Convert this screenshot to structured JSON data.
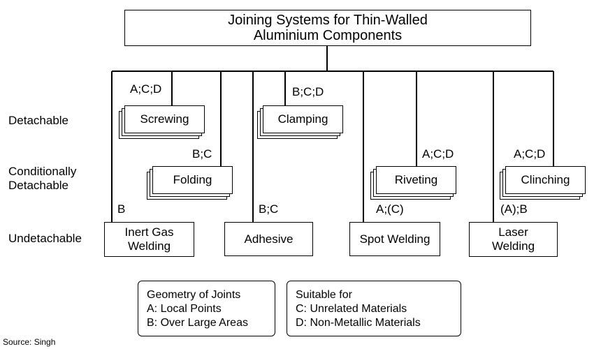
{
  "title": {
    "line1": "Joining Systems for Thin-Walled",
    "line2": "Aluminium Components"
  },
  "categories": {
    "detachable": "Detachable",
    "conditional_line1": "Conditionally",
    "conditional_line2": "Detachable",
    "undetachable": "Undetachable"
  },
  "methods": {
    "screwing": {
      "label": "Screwing",
      "code": "A;C;D"
    },
    "clamping": {
      "label": "Clamping",
      "code": "B;C;D"
    },
    "folding": {
      "label": "Folding",
      "code": "B;C"
    },
    "riveting": {
      "label": "Riveting",
      "code": "A;C;D"
    },
    "clinching": {
      "label": "Clinching",
      "code": "A;C;D"
    },
    "inert_gas_welding": {
      "line1": "Inert Gas",
      "line2": "Welding",
      "code": "B"
    },
    "adhesive": {
      "label": "Adhesive",
      "code": "B;C"
    },
    "spot_welding": {
      "label": "Spot Welding",
      "code": "A;(C)"
    },
    "laser_welding": {
      "line1": "Laser",
      "line2": "Welding",
      "code": "(A);B"
    }
  },
  "legend_geometry": {
    "heading": "Geometry of Joints",
    "a": "A: Local Points",
    "b": "B: Over Large Areas"
  },
  "legend_suitable": {
    "heading": "Suitable for",
    "c": "C: Unrelated Materials",
    "d": "D: Non-Metallic Materials"
  },
  "source": "Source: Singh"
}
